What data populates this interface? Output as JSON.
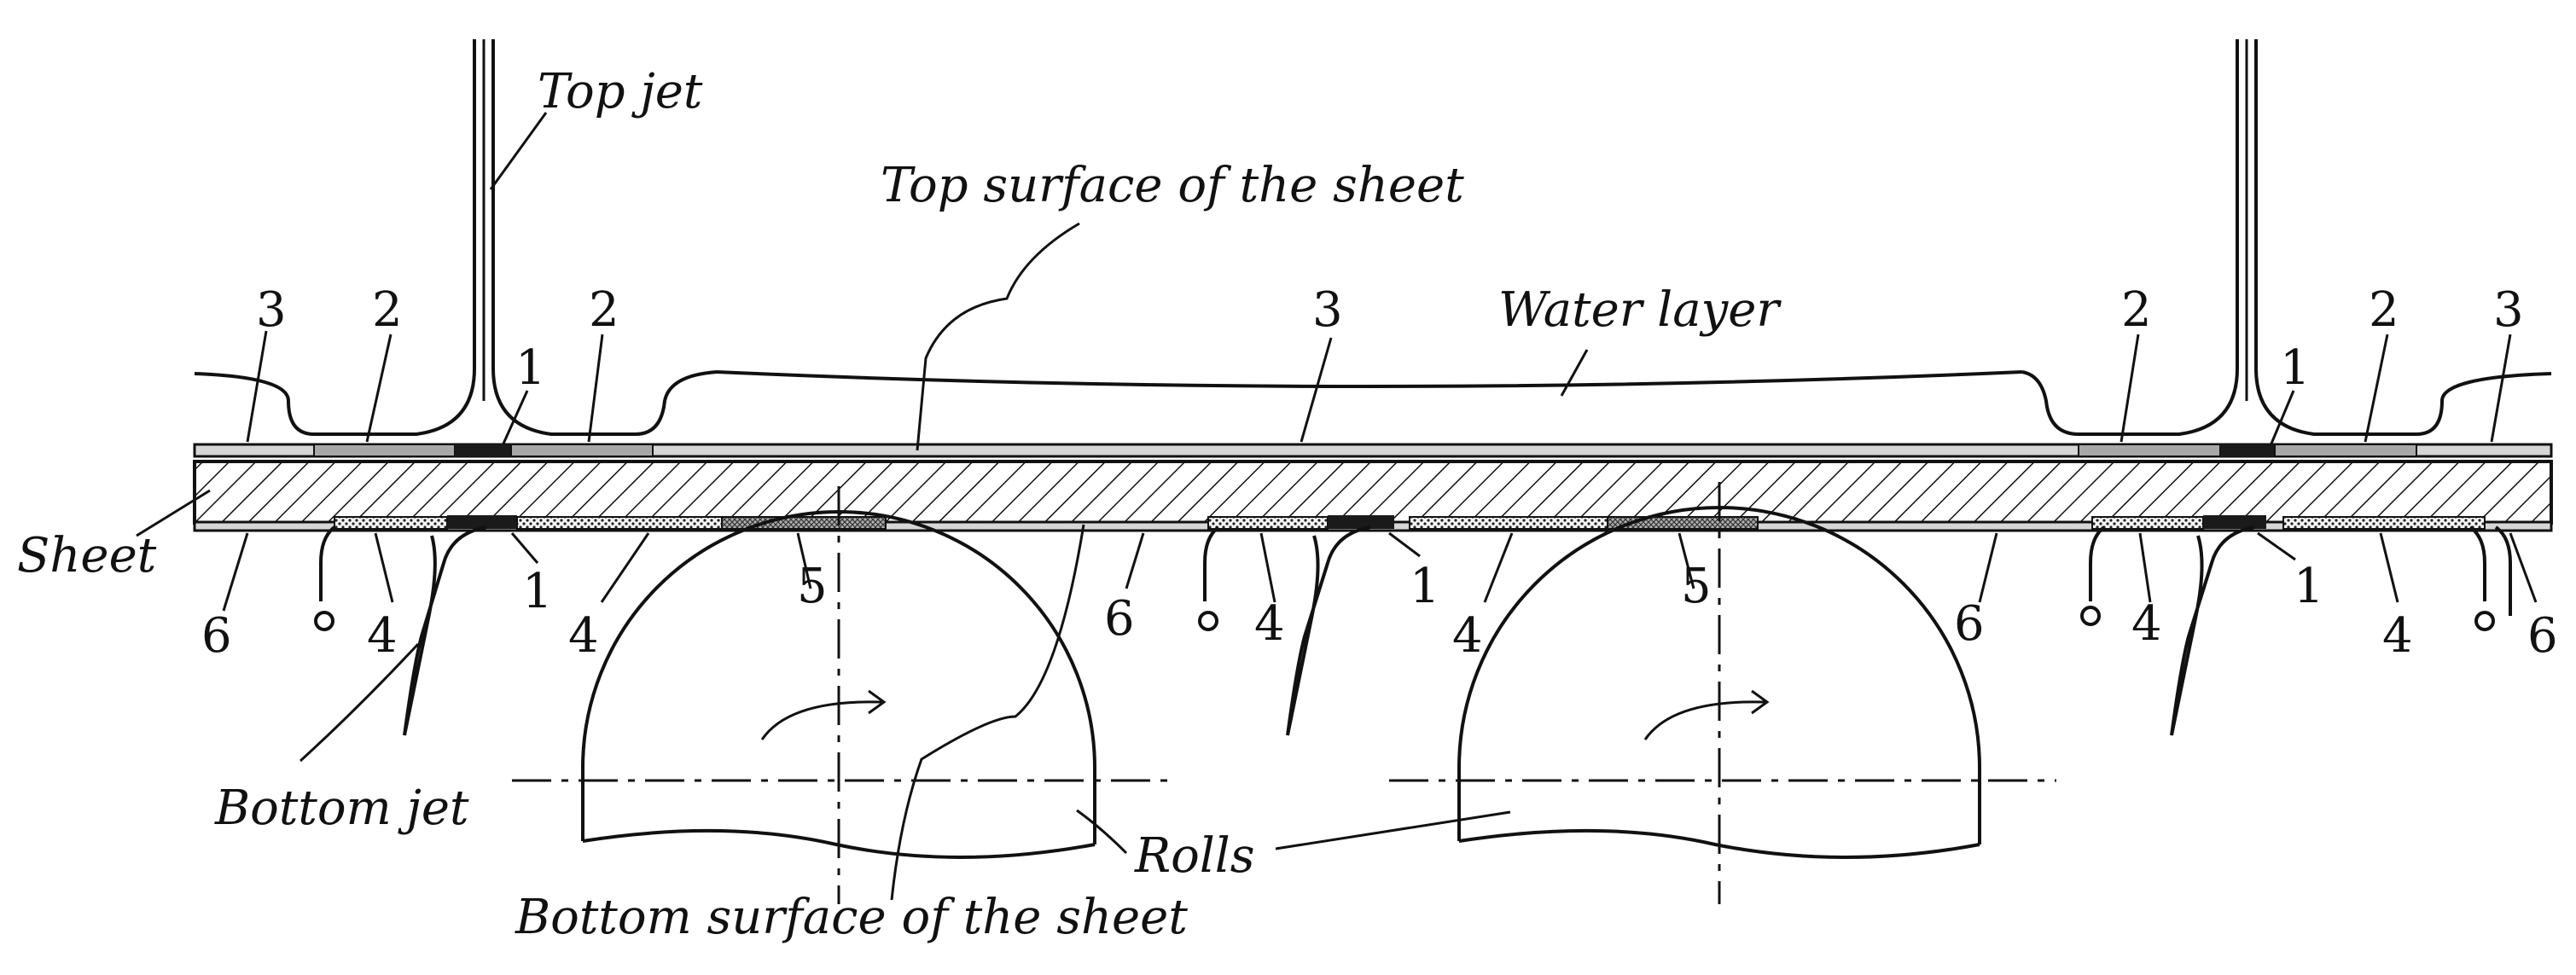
{
  "labels": {
    "top_jet": "Top jet",
    "top_surface": "Top surface of the sheet",
    "water_layer": "Water layer",
    "sheet": "Sheet",
    "bottom_jet": "Bottom jet",
    "rolls": "Rolls",
    "bottom_surface": "Bottom surface of the sheet"
  },
  "zone_numbers": {
    "one": "1",
    "two": "2",
    "three": "3",
    "four": "4",
    "five": "5",
    "six": "6"
  },
  "colors": {
    "line": "#111111",
    "zone_1": "#1a1a1a",
    "zone_2": "#a8a8a8",
    "zone_3": "#d0d0d0",
    "zone_4": "#e8e8e8",
    "zone_5": "#8a8a8a",
    "background": "#ffffff"
  }
}
